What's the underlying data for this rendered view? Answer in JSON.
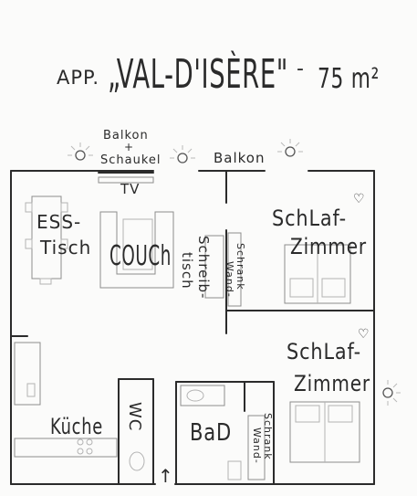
{
  "title": {
    "prefix": "APP.",
    "name": "„VAL-D'ISÈRE\"",
    "dash": "-",
    "area": "75 m²"
  },
  "labels": {
    "balkon_left_line1": "Balkon",
    "balkon_left_line2": "+",
    "balkon_left_line3": "Schaukel",
    "balkon_right": "Balkon",
    "tv": "TV",
    "esstisch_line1": "ESS-",
    "esstisch_line2": "Tisch",
    "couch": "COUCh",
    "schreibtisch_line1": "Schreib-",
    "schreibtisch_line2": "tisch",
    "wandschrank_1_line1": "Wand-",
    "wandschrank_1_line2": "Schrank",
    "schlafzimmer_1_line1": "SchLaf-",
    "schlafzimmer_1_line2": "Zimmer",
    "schlafzimmer_2_line1": "SchLaf-",
    "schlafzimmer_2_line2": "Zimmer",
    "kueche": "Küche",
    "wc": "WC",
    "bad": "BaD",
    "wandschrank_2_line1": "Wand-",
    "wandschrank_2_line2": "Schrank",
    "entrance_arrow": "↑",
    "heart": "♡"
  }
}
